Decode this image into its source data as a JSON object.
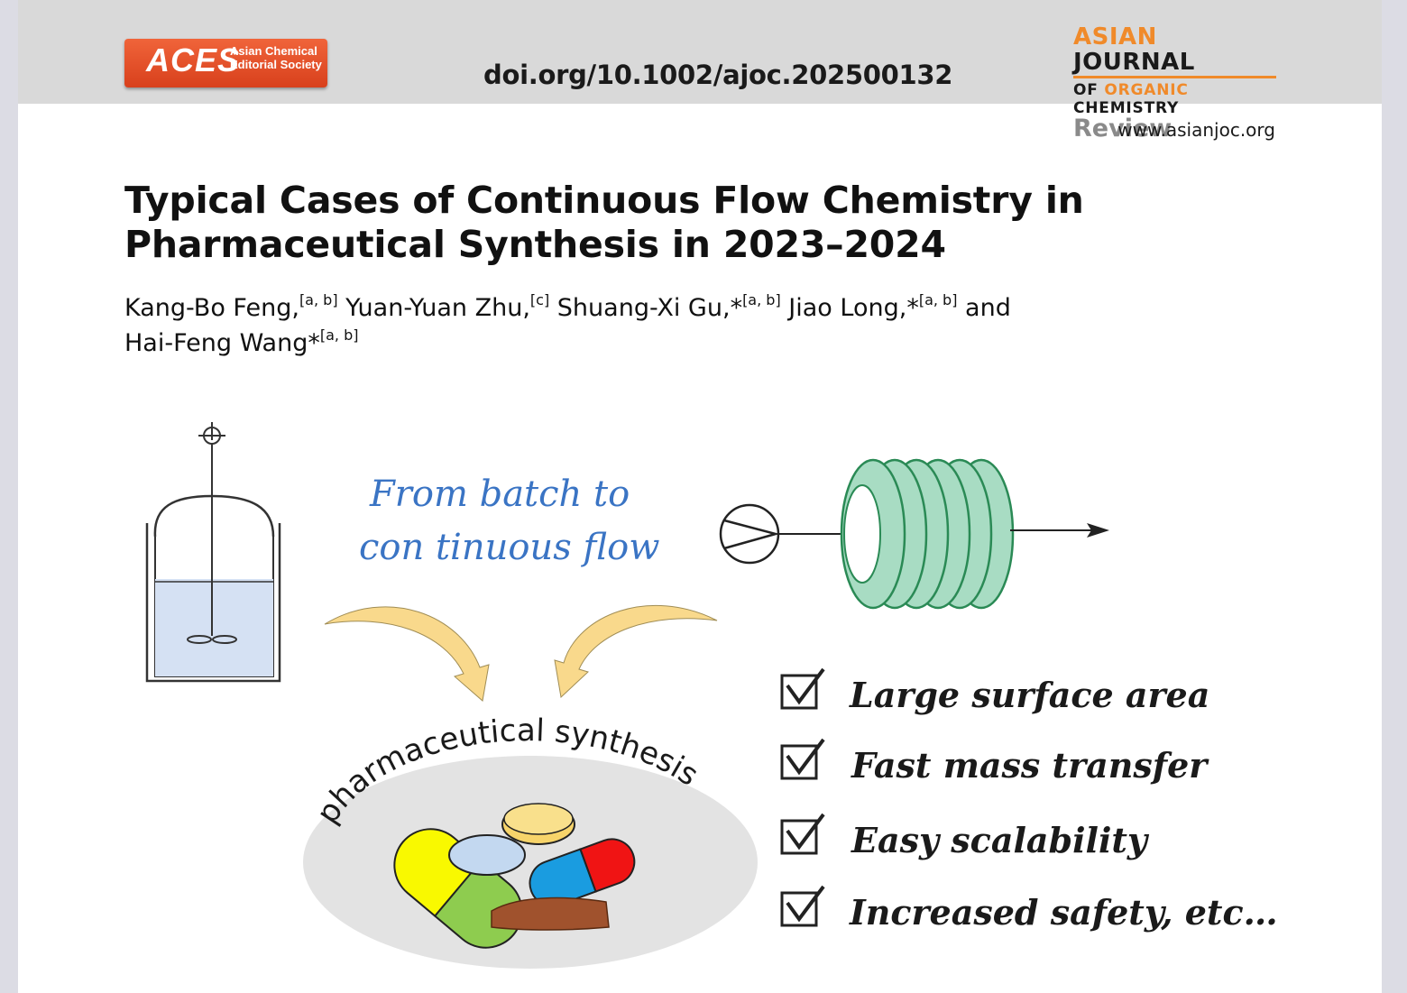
{
  "header": {
    "publisher_logo": {
      "abbr": "ACES",
      "name_line1": "Asian Chemical",
      "name_line2": "Editorial Society",
      "color": "#e2502a"
    },
    "doi": "doi.org/10.1002/ajoc.202500132",
    "journal": {
      "line1_a": "ASIAN",
      "line1_b": "JOURNAL",
      "line2_a": "OF",
      "line2_b": "ORGANIC",
      "line2_c": "CHEMISTRY",
      "article_type": "Review",
      "accent_color": "#f08a2a"
    }
  },
  "website": "www.asianjoc.org",
  "article": {
    "title_line1": "Typical Cases of Continuous Flow Chemistry in",
    "title_line2": "Pharmaceutical Synthesis in 2023–2024",
    "authors": [
      {
        "name": "Kang-Bo Feng,",
        "star": "",
        "aff": "[a, b]"
      },
      {
        "name": "Yuan-Yuan Zhu,",
        "star": "",
        "aff": "[c]"
      },
      {
        "name": "Shuang-Xi Gu,",
        "star": "*",
        "aff": "[a, b]"
      },
      {
        "name": "Jiao Long,",
        "star": "*",
        "aff": "[a, b]"
      },
      {
        "name": "Hai-Feng Wang",
        "star": "*",
        "aff": "[a, b]"
      }
    ],
    "and": "and"
  },
  "graphic": {
    "headline_line1": "From  batch  to",
    "headline_line2": "con tinuous flow",
    "center_label": "pharmaceutical synthesis",
    "advantages": [
      "Large surface area",
      "Fast mass transfer",
      "Easy scalability",
      "Increased safety, etc…"
    ],
    "colors": {
      "liquid": "#d5e1f3",
      "coil": "#a8dcc3",
      "coil_stroke": "#2a8a55",
      "arrow": "#f9d98c",
      "ellipse": "#e3e3e3",
      "headline": "#3a74c4"
    }
  }
}
